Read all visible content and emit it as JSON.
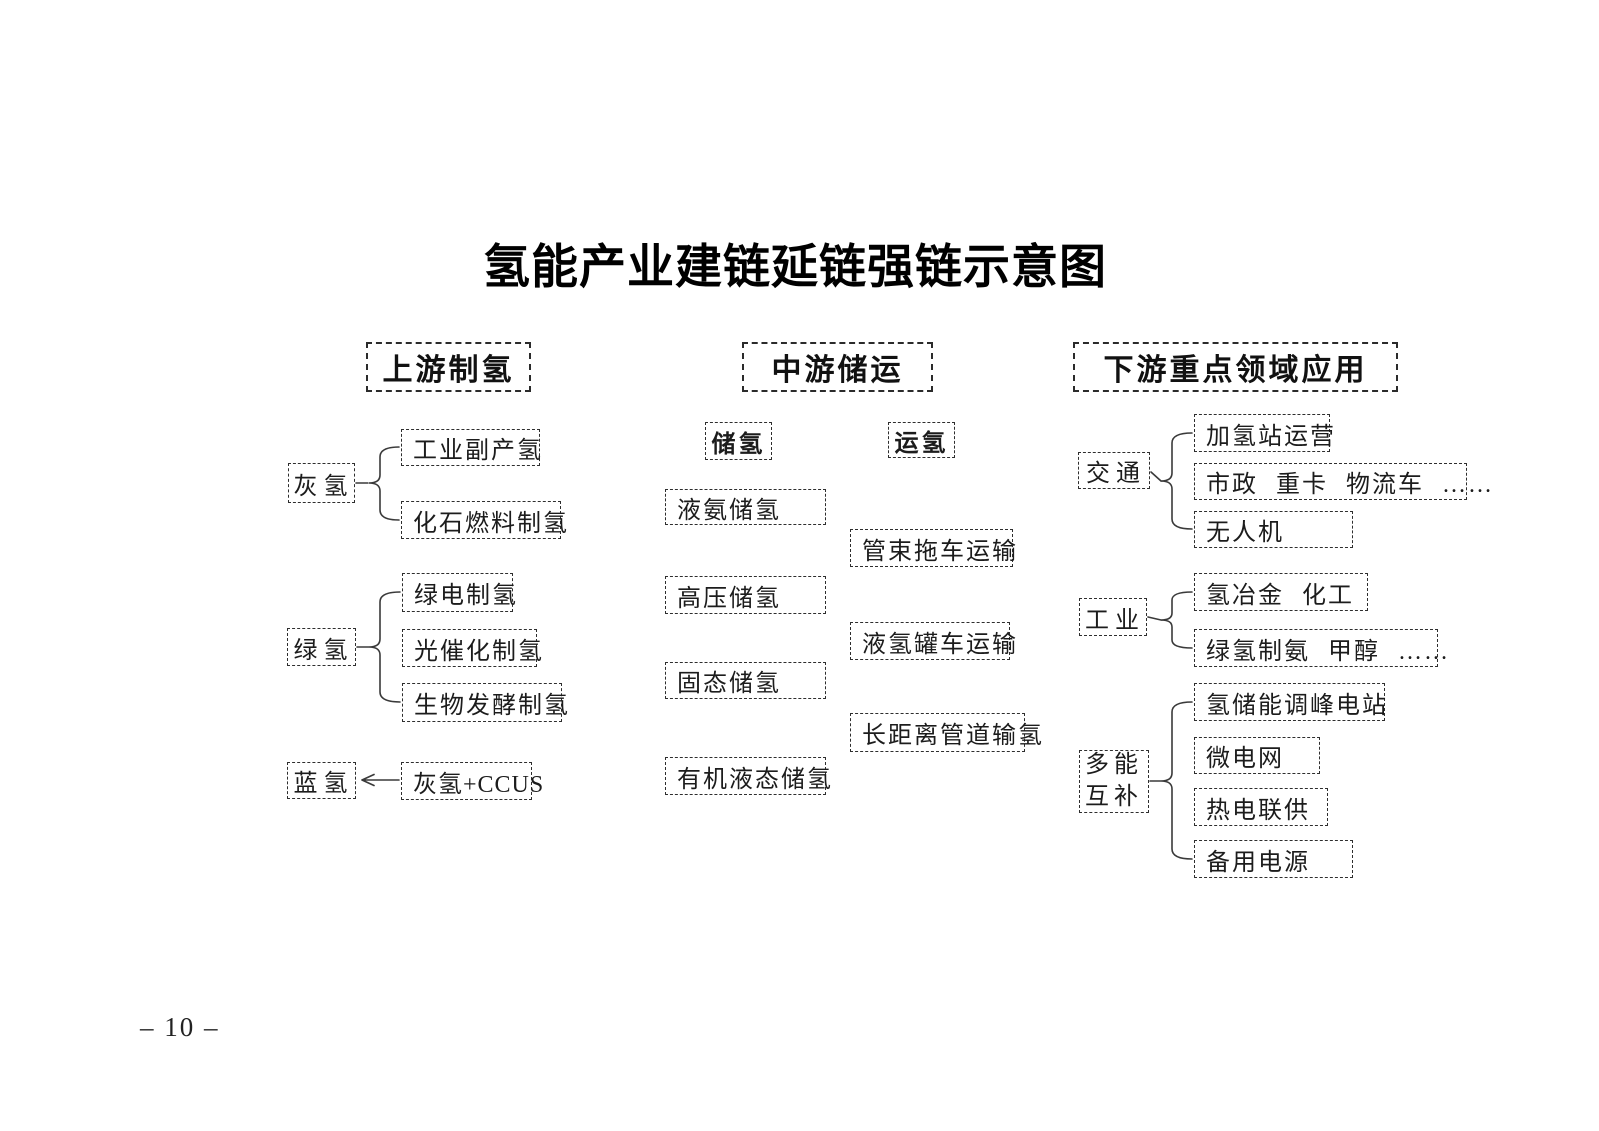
{
  "page": {
    "title": "氢能产业建链延链强链示意图",
    "page_number": "– 10 –"
  },
  "colors": {
    "ink": "#1c1c1c",
    "border": "#2e2e2e",
    "background": "#ffffff"
  },
  "upstream": {
    "header": "上游制氢",
    "groups": [
      {
        "parent": "灰氢",
        "children": [
          "工业副产氢",
          "化石燃料制氢"
        ]
      },
      {
        "parent": "绿氢",
        "children": [
          "绿电制氢",
          "光催化制氢",
          "生物发酵制氢"
        ]
      }
    ],
    "blue": {
      "result": "蓝氢",
      "source": "灰氢+CCUS"
    }
  },
  "midstream": {
    "header": "中游储运",
    "storage": {
      "header": "储氢",
      "items": [
        "液氨储氢",
        "高压储氢",
        "固态储氢",
        "有机液态储氢"
      ]
    },
    "transport": {
      "header": "运氢",
      "items": [
        "管束拖车运输",
        "液氢罐车运输",
        "长距离管道输氢"
      ]
    }
  },
  "downstream": {
    "header": "下游重点领域应用",
    "groups": [
      {
        "parent": "交通",
        "children": [
          "加氢站运营",
          "市政 重卡 物流车 ……",
          "无人机"
        ]
      },
      {
        "parent": "工业",
        "children": [
          "氢冶金 化工",
          "绿氢制氨 甲醇 ……"
        ]
      },
      {
        "parent": "多能互补",
        "children": [
          "氢储能调峰电站",
          "微电网",
          "热电联供",
          "备用电源"
        ]
      }
    ]
  }
}
